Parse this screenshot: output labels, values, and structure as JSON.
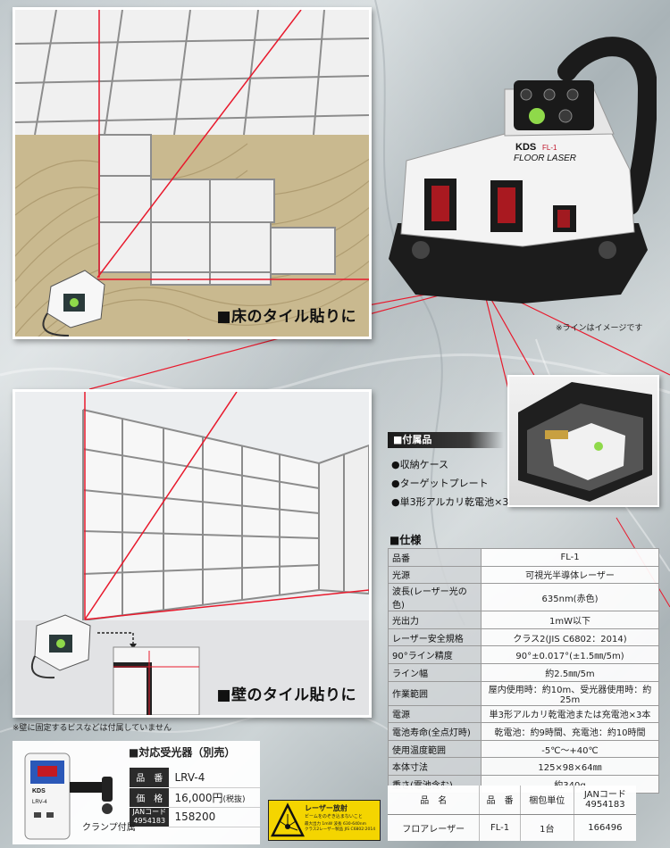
{
  "captions": {
    "floor": "■床のタイル貼りに",
    "wall": "■壁のタイル貼りに",
    "line_image_note": "※ラインはイメージです",
    "wall_screw_note": "※壁に固定するビスなどは付属していません"
  },
  "product": {
    "brand": "KDS",
    "model_badge": "FL-1",
    "name": "FLOOR LASER"
  },
  "accessories": {
    "title": "■付属品",
    "items": [
      "●収納ケース",
      "●ターゲットプレート",
      "●単3形アルカリ乾電池×3"
    ]
  },
  "specs": {
    "title": "■仕様",
    "rows": [
      {
        "label": "品番",
        "value": "FL-1"
      },
      {
        "label": "光源",
        "value": "可視光半導体レーザー"
      },
      {
        "label": "波長(レーザー光の色)",
        "value": "635nm(赤色)"
      },
      {
        "label": "光出力",
        "value": "1mW以下"
      },
      {
        "label": "レーザー安全規格",
        "value": "クラス2(JIS C6802：2014)"
      },
      {
        "label": "90°ライン精度",
        "value": "90°±0.017°(±1.5㎜/5m)"
      },
      {
        "label": "ライン幅",
        "value": "約2.5㎜/5m"
      },
      {
        "label": "作業範囲",
        "value": "屋内使用時：約10m、受光器使用時：約25m"
      },
      {
        "label": "電源",
        "value": "単3形アルカリ乾電池または充電池×3本"
      },
      {
        "label": "電池寿命(全点灯時)",
        "value": "乾電池：約9時間、充電池：約10時間"
      },
      {
        "label": "使用温度範囲",
        "value": "-5℃〜+40℃"
      },
      {
        "label": "本体寸法",
        "value": "125×98×64㎜"
      },
      {
        "label": "重さ(電池含む)",
        "value": "約340g"
      }
    ]
  },
  "order": {
    "headers": [
      "品　名",
      "品　番",
      "梱包単位",
      "JANコード\n4954183"
    ],
    "row": [
      "フロアレーザー",
      "FL-1",
      "1台",
      "166496"
    ]
  },
  "receiver": {
    "title": "■対応受光器（別売）",
    "device_brand": "KDS",
    "device_model": "LRV-4",
    "rows": [
      {
        "label": "品　番",
        "value": "LRV-4"
      },
      {
        "label": "価　格",
        "value": "16,000円",
        "suffix": "(税抜)"
      },
      {
        "label": "JANコード\n4954183",
        "value": "158200"
      }
    ],
    "clamp": "クランプ付属"
  },
  "laser_warning": {
    "title": "レーザー放射",
    "line1": "ビームをのぞき込まないこと",
    "line2": "最大出力 1mW 波長 630-640nm\nクラス2レーザー製品 JIS C6802:2014"
  },
  "colors": {
    "laser": "#e8192c",
    "panel_border": "#ffffff",
    "header_bg": "#1a1a1a",
    "warning": "#f4d500"
  }
}
